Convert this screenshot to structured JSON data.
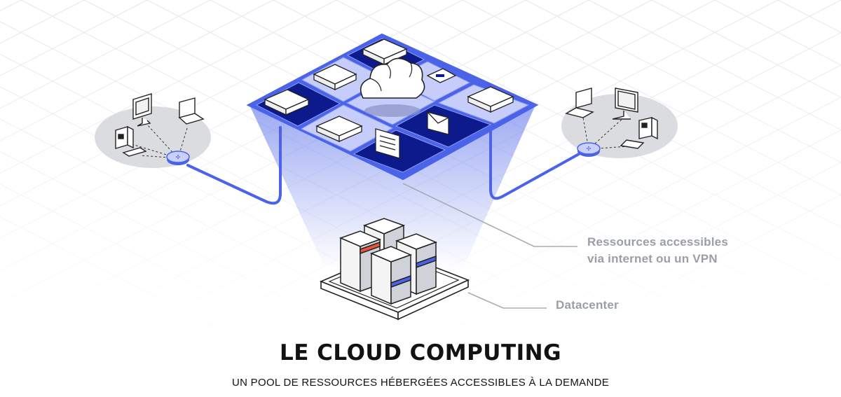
{
  "labels": {
    "resources": [
      "Ressources accessibles",
      "via internet ou un VPN"
    ],
    "datacenter": "Datacenter"
  },
  "footer": {
    "title": "LE CLOUD COMPUTING",
    "subtitle": "UN POOL DE RESSOURCES HÉBERGÉES ACCESSIBLES À LA DEMANDE"
  },
  "colors": {
    "accent": "#4a63e8",
    "navy": "#0d1a8c",
    "grid": "#e3e6eb",
    "label": "#9a9ea6",
    "rack_red": "#e8553b"
  },
  "icons": [
    "cloud-icon",
    "envelope-icon",
    "document-icon",
    "server-icon",
    "router-icon",
    "desktop-icon",
    "laptop-icon",
    "datacenter-icon"
  ]
}
